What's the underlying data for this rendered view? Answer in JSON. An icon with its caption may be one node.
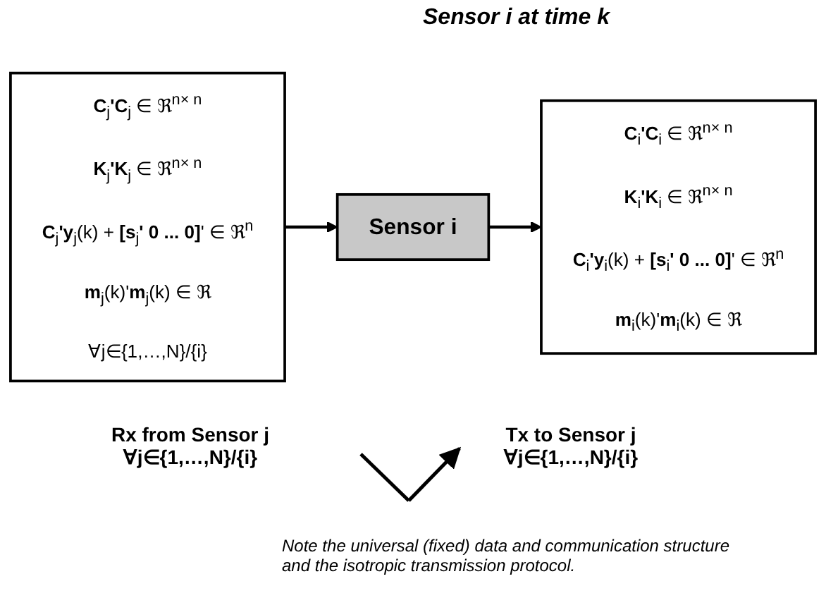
{
  "diagram": {
    "title": "Sensor i at time k",
    "nodes": [
      {
        "text": [
          "**C**$_{j}$**'C**$_{j}$ ∈ ℜ$^{n× n}$",
          "**K**$_{j}$**'K**$_{j}$ ∈ ℜ$^{n× n}$",
          "**C**$_{j}$**'y**$_{j}$(k) + **[s**$_{j}$**' 0 ... 0]**' ∈ ℜ$^{n}$",
          "**m**$_{j}$(k)'**m**$_{j}$(k) ∈ ℜ",
          "∀j∈{1,…,N}/{i}"
        ]
      },
      {
        "text": [
          "Sensor i"
        ]
      },
      {
        "text": [
          "**C**$_{i}$**'C**$_{i}$ ∈ ℜ$^{n× n}$",
          "**K**$_{i}$**'K**$_{i}$ ∈ ℜ$^{n× n}$",
          "**C**$_{i}$**'y**$_{i}$(k) + **[s**$_{i}$**' 0 ... 0]**' ∈ ℜ$^{n}$",
          "**m**$_{i}$(k)'**m**$_{i}$(k) ∈ ℜ"
        ]
      }
    ],
    "edges": [
      {
        "from": 0,
        "to": 1,
        "arrow": "to"
      },
      {
        "from": 1,
        "to": 2,
        "arrow": "to"
      }
    ],
    "labels": [
      "Rx from Sensor j ∀j∈{1,…,N}/{i}",
      "Tx to Sensor j ∀j∈{1,…,N}/{i}",
      "Note the universal (fixed) data and communication structure and the isotropic transmission protocol."
    ]
  }
}
